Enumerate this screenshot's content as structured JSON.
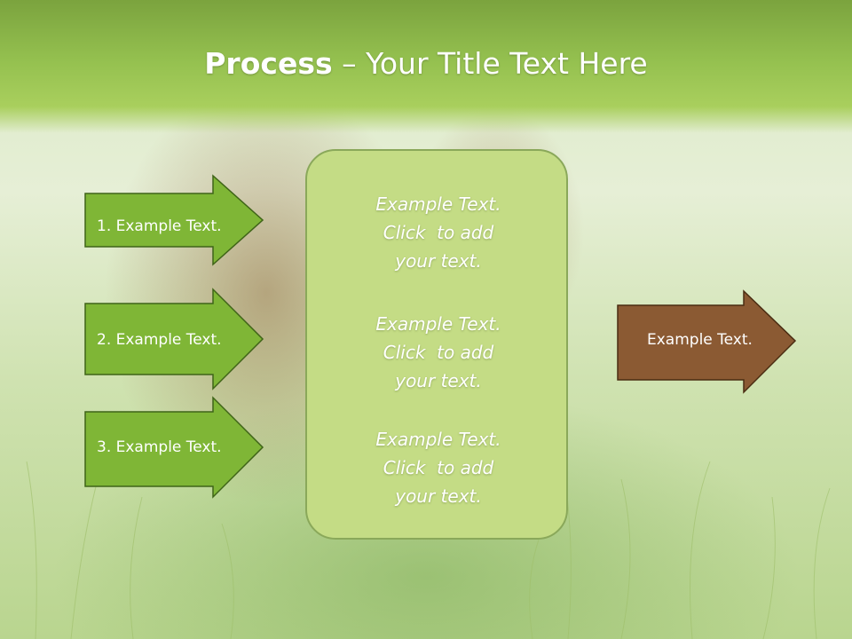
{
  "slide": {
    "title_bold": "Process",
    "title_rest": " – Your Title Text Here"
  },
  "left_arrows": [
    {
      "label": "1. Example Text."
    },
    {
      "label": "2. Example Text."
    },
    {
      "label": "3. Example Text."
    }
  ],
  "center_box": {
    "blocks": [
      {
        "line1": "Example Text.",
        "line2": "Click  to add",
        "line3": "your text."
      },
      {
        "line1": "Example Text.",
        "line2": "Click  to add",
        "line3": "your text."
      },
      {
        "line1": "Example Text.",
        "line2": "Click  to add",
        "line3": "your text."
      }
    ]
  },
  "right_arrow": {
    "label": "Example Text."
  },
  "colors": {
    "header_green": "#94c04f",
    "arrow_green": "#7fb636",
    "box_green": "#c4dc85",
    "brown_arrow": "#8b5a33"
  }
}
